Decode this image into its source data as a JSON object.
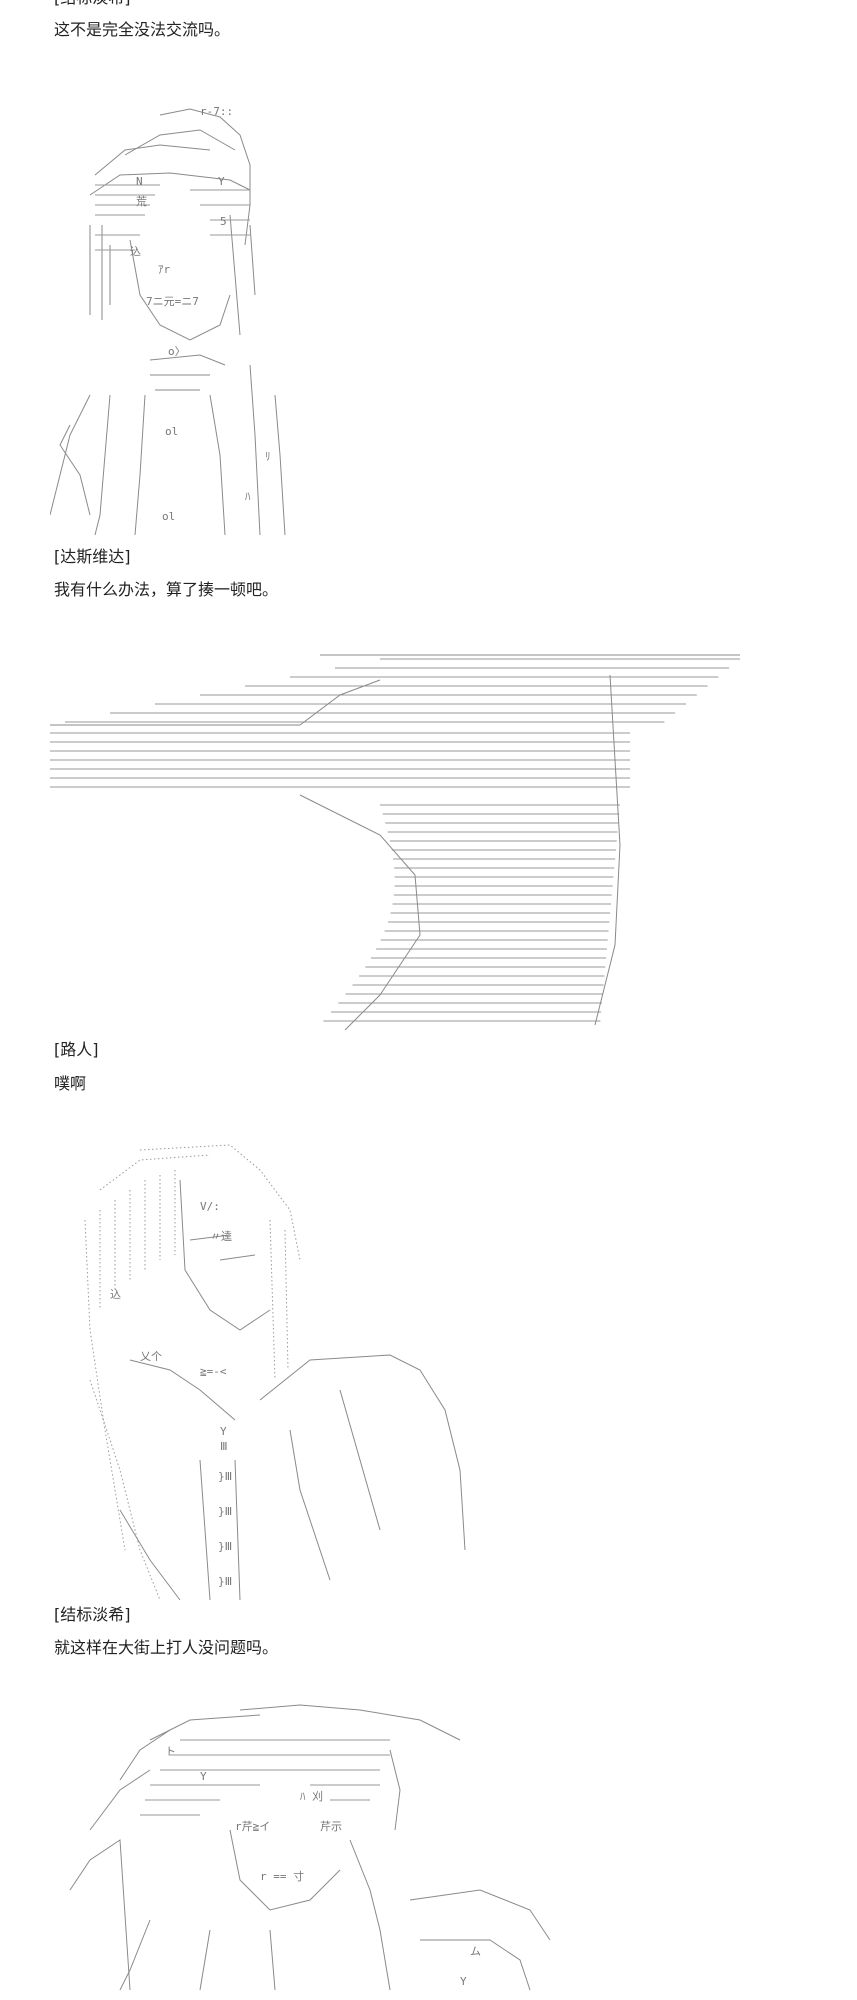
{
  "blocks": [
    {
      "speaker": "[结标淡希]",
      "line": "这不是完全没法交流吗。"
    },
    {
      "speaker": "[达斯维达]",
      "line": "我有什么办法，算了揍一顿吧。"
    },
    {
      "speaker": "[路人]",
      "line": "噗啊"
    },
    {
      "speaker": "[结标淡希]",
      "line": "就这样在大街上打人没问题吗。"
    }
  ],
  "art_glyphs": {
    "a1": [
      "r-7::",
      "N",
      "Y",
      "荒",
      "5",
      "込",
      "ｱr",
      "7ニ元=ニ7",
      "o〉",
      "ol",
      "ol",
      "ﾘ",
      "ﾊ"
    ],
    "a3": [
      "V/:",
      "〃逵",
      "込",
      "乂个",
      "≧=-<",
      "Y",
      "Ⅲ",
      "}Ⅲ",
      "}Ⅲ",
      "}Ⅲ",
      "}Ⅲ"
    ],
    "a4": [
      "ト",
      "Y",
      "ﾊ 刈",
      "r芹≧イ",
      "芹示",
      "r == 寸",
      "ム",
      "Y"
    ]
  }
}
